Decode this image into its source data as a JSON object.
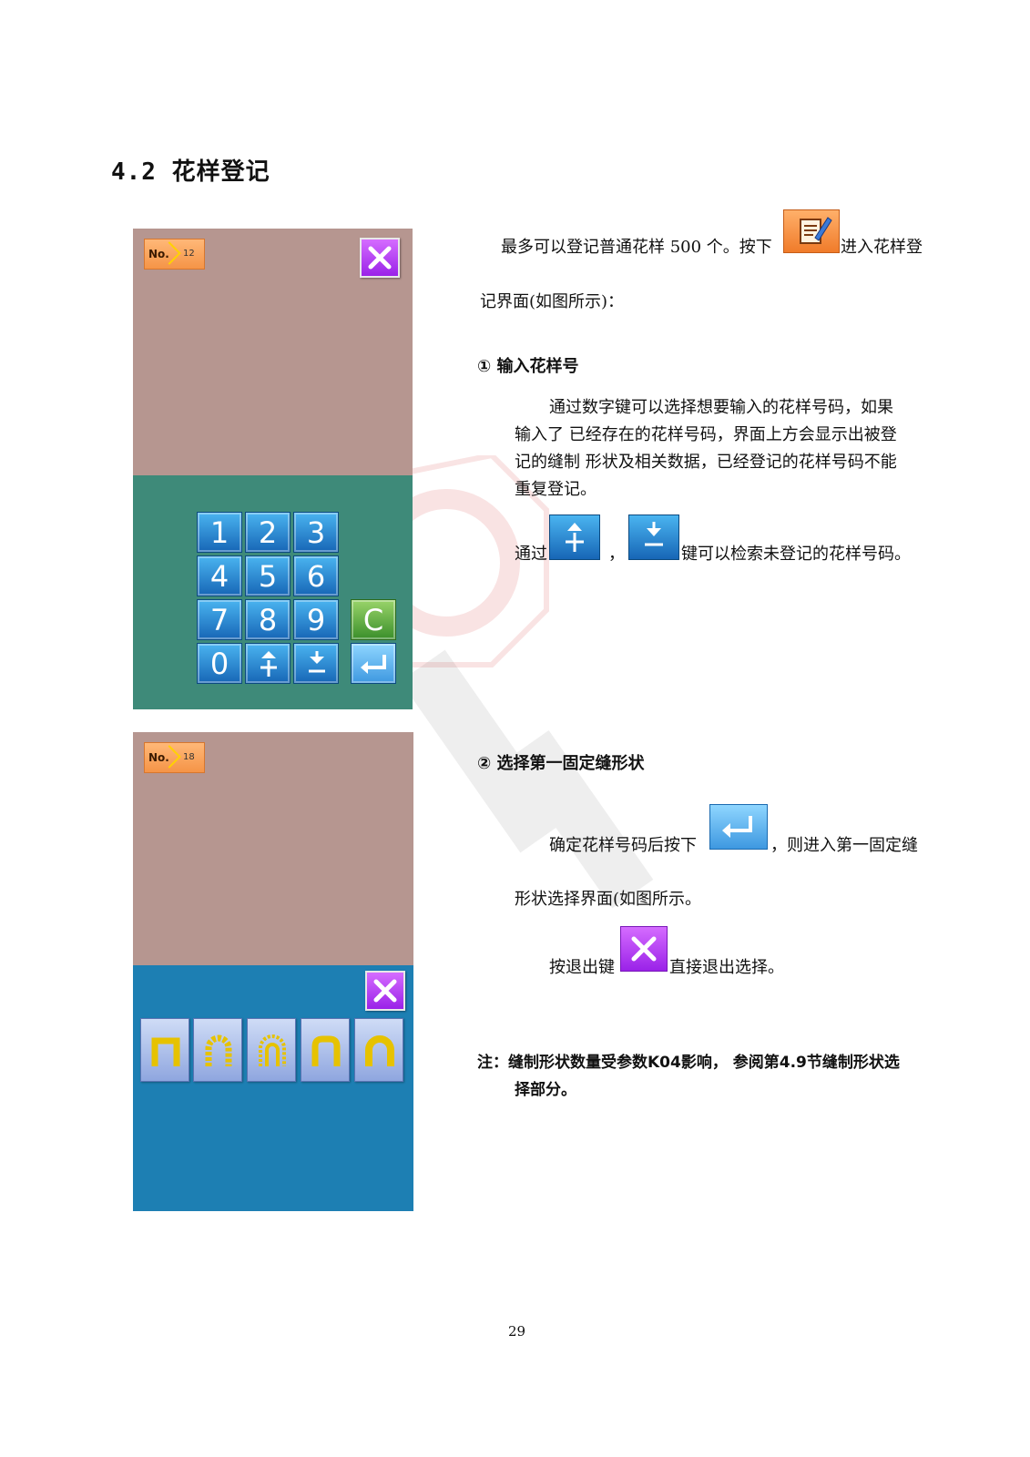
{
  "heading": "4.2 花样登记",
  "panel1": {
    "no_label": "No.",
    "no_value": "12",
    "keys": [
      "1",
      "2",
      "3",
      "4",
      "5",
      "6",
      "7",
      "8",
      "9",
      "C",
      "0"
    ]
  },
  "panel2": {
    "no_label": "No.",
    "no_value": "18"
  },
  "paragraph1": {
    "line1_a": "最多可以登记普通花样 500 个。按下",
    "line1_b": "进入花样登",
    "line2": "记界面(如图所示)："
  },
  "section1": {
    "title": "① 输入花样号",
    "lines": [
      "通过数字键可以选择想要输入的花样号码，如果",
      "输入了 已经存在的花样号码，界面上方会显示出被登",
      "记的缝制 形状及相关数据，已经登记的花样号码不能",
      "重复登记。"
    ],
    "search_prefix": "通过",
    "search_comma": "，",
    "search_suffix": "键可以检索未登记的花样号码。"
  },
  "section2": {
    "title": "② 选择第一固定缝形状",
    "confirm_a": "确定花样号码后按下",
    "confirm_b": "，则进入第一固定缝",
    "confirm_line2": "形状选择界面(如图所示。",
    "exit_a": "按退出键",
    "exit_b": "直接退出选择。"
  },
  "note": {
    "line1": "注：缝制形状数量受参数K04影响，  参阅第4.9节缝制形状选",
    "line2": "择部分。"
  },
  "page_number": "29",
  "colors": {
    "panel_top": "#b69690",
    "keypad_bg": "#3e8a79",
    "shape_bg": "#1d7fb3",
    "exit_purple": "#b040f0",
    "key_blue": "#2a88d4"
  }
}
